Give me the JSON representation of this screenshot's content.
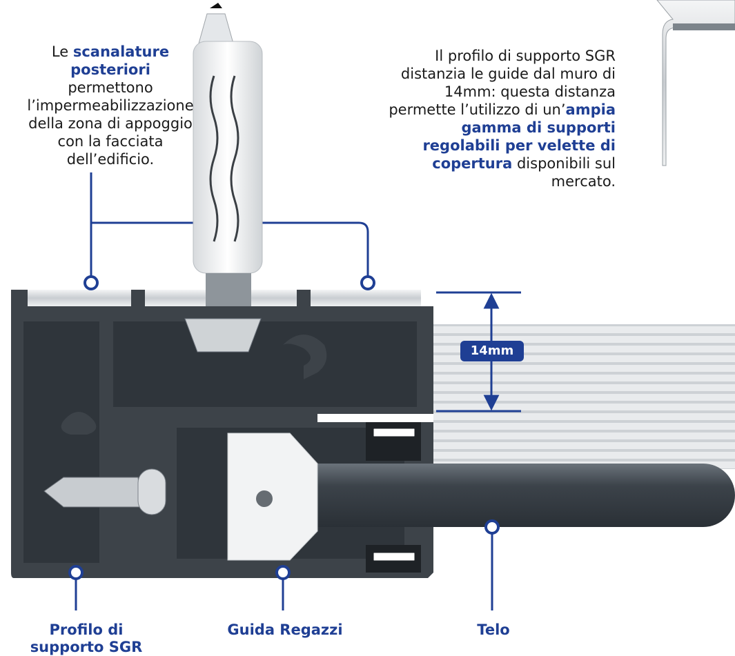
{
  "notes": {
    "left": [
      {
        "t": "Le "
      },
      {
        "t": "scanalature posteriori",
        "b": true
      },
      {
        "t": " permettono l’impermeabilizzazione della zona di appoggio con la facciata dell’edificio."
      }
    ],
    "right": [
      {
        "t": "Il profilo di supporto SGR distanzia le guide dal muro di 14mm: questa distanza permette l’utilizzo di un’"
      },
      {
        "t": "ampia gamma di supporti regolabili per velette di copertura",
        "b": true
      },
      {
        "t": " disponibili sul mercato."
      }
    ]
  },
  "dimension": {
    "value_label": "14mm"
  },
  "labels": {
    "profile": "Profilo di supporto SGR",
    "guide": "Guida Regazzi",
    "fabric": "Telo"
  },
  "colors": {
    "accent": "#1f3f94",
    "profile_dark": "#3d4349",
    "profile_edge": "#5a6168",
    "aluminium": "#cfd3d6"
  }
}
